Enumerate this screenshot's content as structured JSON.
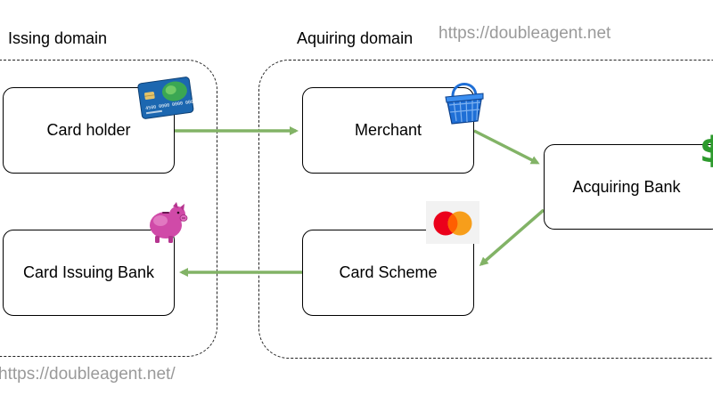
{
  "domains": {
    "issuing": {
      "title": "Issing domain"
    },
    "acquiring": {
      "title": "Aquiring domain"
    }
  },
  "nodes": {
    "card_holder": "Card holder",
    "merchant": "Merchant",
    "acquiring_bank": "Acquiring Bank",
    "card_scheme": "Card Scheme",
    "card_issuing_bank": "Card Issuing Bank"
  },
  "watermarks": {
    "top": "https://doubleagent.net",
    "bottom": "https://doubleagent.net/"
  },
  "card_icon": {
    "text": "4500 0000 0000 0000"
  },
  "colors": {
    "arrow": "#82b366",
    "card": "#1c67b0",
    "basket": "#1f6fd6",
    "mastercard_red": "#eb001b",
    "mastercard_orange": "#f79e1b",
    "piggy": "#d04aa8",
    "dollar": "#2d9a2d"
  },
  "icons": [
    "credit-card-icon",
    "shopping-basket-icon",
    "dollar-icon",
    "mastercard-logo-icon",
    "piggy-bank-icon"
  ]
}
